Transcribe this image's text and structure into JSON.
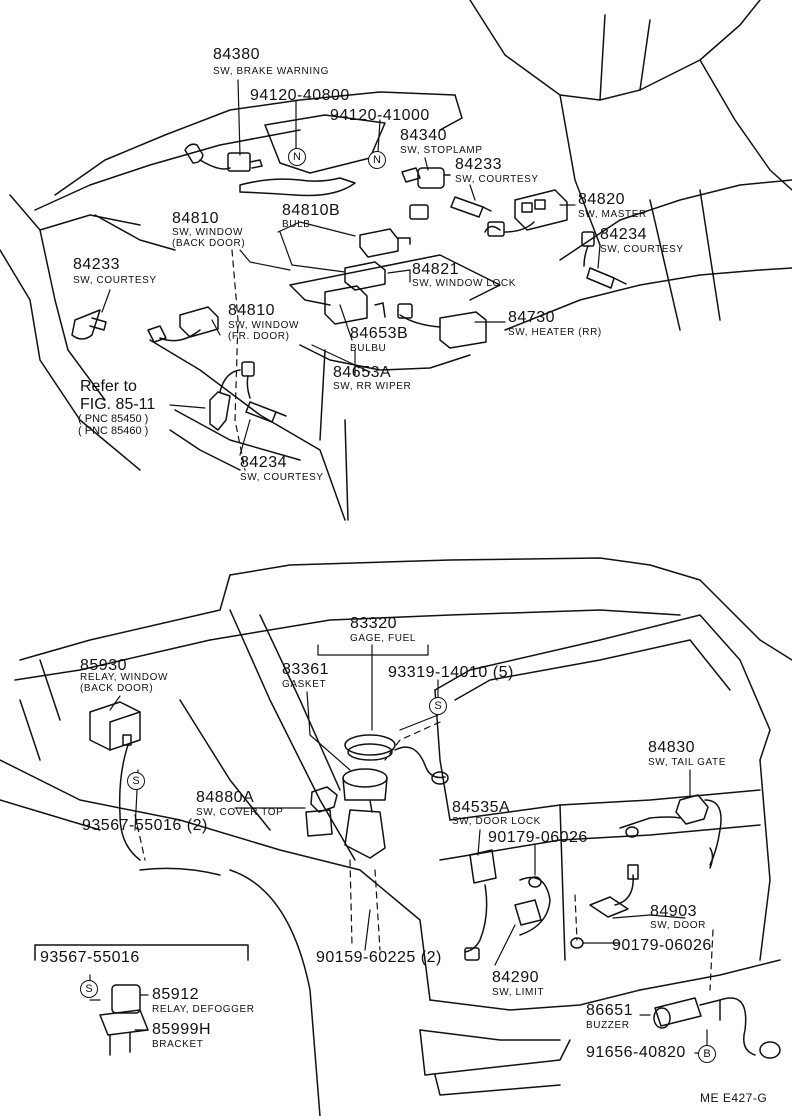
{
  "parts": {
    "p84380": {
      "number": "84380",
      "name": "SW, BRAKE WARNING"
    },
    "p94120a": {
      "number": "94120-40800"
    },
    "p94120b": {
      "number": "94120-41000"
    },
    "p84340": {
      "number": "84340",
      "name": "SW, STOPLAMP"
    },
    "p84233a": {
      "number": "84233",
      "name": "SW, COURTESY"
    },
    "p84820": {
      "number": "84820",
      "name": "SW, MASTER"
    },
    "p84810b": {
      "number": "84810B",
      "name": "BULB"
    },
    "p84810a": {
      "number": "84810",
      "name": "SW, WINDOW",
      "name2": "(BACK DOOR)"
    },
    "p84234a": {
      "number": "84234",
      "name": "SW, COURTESY"
    },
    "p84821": {
      "number": "84821",
      "name": "SW, WINDOW LOCK"
    },
    "p84233b": {
      "number": "84233",
      "name": "SW, COURTESY"
    },
    "p84810c": {
      "number": "84810",
      "name": "SW, WINDOW",
      "name2": "(FR. DOOR)"
    },
    "p84730": {
      "number": "84730",
      "name": "SW, HEATER (RR)"
    },
    "p84653b": {
      "number": "84653B",
      "name": "BULBU"
    },
    "p84653a": {
      "number": "84653A",
      "name": "SW, RR WIPER"
    },
    "p84234b": {
      "number": "84234",
      "name": "SW, COURTESY"
    },
    "p83320": {
      "number": "83320",
      "name": "GAGE, FUEL"
    },
    "p83361": {
      "number": "83361",
      "name": "GASKET"
    },
    "p93319": {
      "number": "93319-14010 (5)"
    },
    "p85930": {
      "number": "85930",
      "name": "RELAY, WINDOW",
      "name2": "(BACK DOOR)"
    },
    "p84830": {
      "number": "84830",
      "name": "SW, TAIL GATE"
    },
    "p84880a": {
      "number": "84880A",
      "name": "SW, COVER TOP"
    },
    "p84535a": {
      "number": "84535A",
      "name": "SW, DOOR LOCK"
    },
    "p93567a": {
      "number": "93567-55016 (2)"
    },
    "p90179a": {
      "number": "90179-06026"
    },
    "p84903": {
      "number": "84903",
      "name": "SW, DOOR"
    },
    "p90179b": {
      "number": "90179-06026"
    },
    "p90159": {
      "number": "90159-60225 (2)"
    },
    "p93567b": {
      "number": "93567-55016"
    },
    "p85912": {
      "number": "85912",
      "name": "RELAY, DEFOGGER"
    },
    "p85999h": {
      "number": "85999H",
      "name": "BRACKET"
    },
    "p84290": {
      "number": "84290",
      "name": "SW, LIMIT"
    },
    "p86651": {
      "number": "86651",
      "name": "BUZZER"
    },
    "p91656": {
      "number": "91656-40820"
    }
  },
  "refer": {
    "line1": "Refer to",
    "line2": "FIG. 85-11",
    "line3": "PNC 85450",
    "line4": "PNC 85460"
  },
  "markers": {
    "n": "N",
    "s": "S",
    "b": "B"
  },
  "footer": {
    "code": "ME E427-G"
  }
}
